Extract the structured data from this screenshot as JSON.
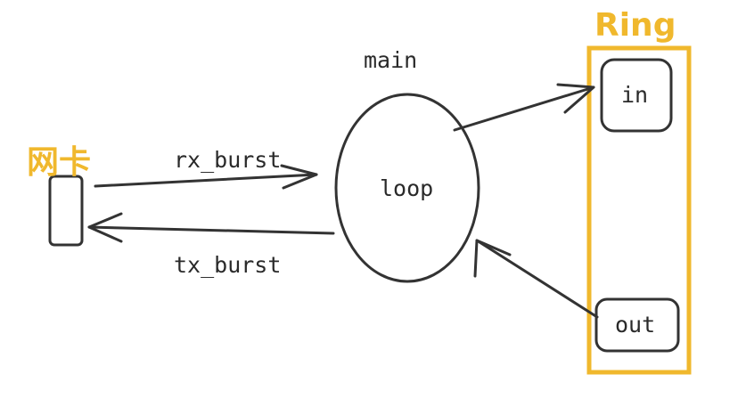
{
  "labels": {
    "main": "main",
    "loop": "loop",
    "rx_burst": "rx_burst",
    "tx_burst": "tx_burst",
    "nic": "网卡",
    "ring": "Ring",
    "ring_in": "in",
    "ring_out": "out"
  },
  "colors": {
    "highlight": "#f0b82d",
    "stroke": "#333333"
  }
}
